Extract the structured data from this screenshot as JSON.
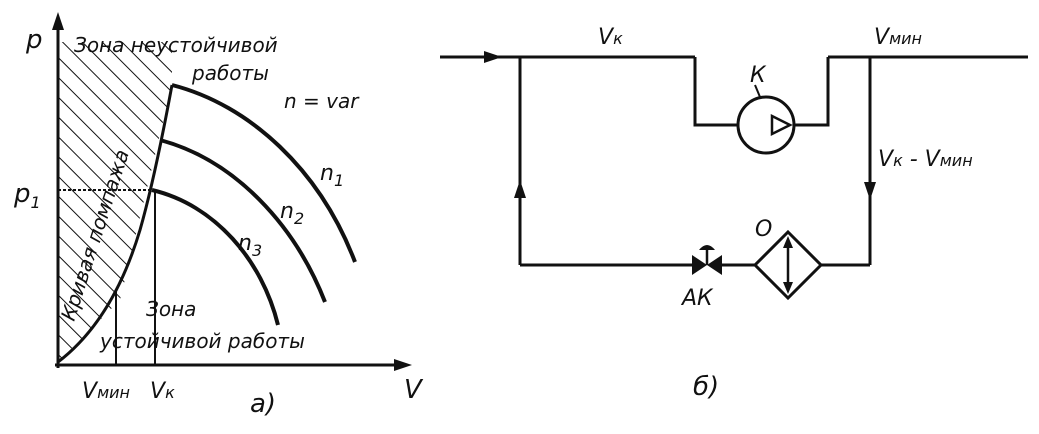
{
  "left_diagram": {
    "axis_y_label": "p",
    "axis_x_label": "V",
    "p_level_label": "p",
    "p_level_sub": "1",
    "unstable_zone_line1": "Зона неустойчивой",
    "unstable_zone_line2": "работы",
    "surge_curve_label": "Кривая помпажа",
    "speed_label": "n = var",
    "curve_labels": [
      {
        "main": "n",
        "sub": "1"
      },
      {
        "main": "n",
        "sub": "2"
      },
      {
        "main": "n",
        "sub": "3"
      }
    ],
    "stable_zone_line1": "Зона",
    "stable_zone_line2": "устойчивой работы",
    "x_tick_vmin": "V",
    "x_tick_vmin_sub": "мин",
    "x_tick_vk": "V",
    "x_tick_vk_sub": "к",
    "caption": "а)"
  },
  "right_diagram": {
    "flow_vk": "V",
    "flow_vk_sub": "к",
    "flow_vmin": "V",
    "flow_vmin_sub": "мин",
    "bypass_flow_a": "V",
    "bypass_flow_a_sub": "к",
    "bypass_flow_dash": " - ",
    "bypass_flow_b": "V",
    "bypass_flow_b_sub": "мин",
    "compressor_label": "К",
    "cooler_label": "О",
    "valve_label": "АК",
    "caption": "б)"
  }
}
